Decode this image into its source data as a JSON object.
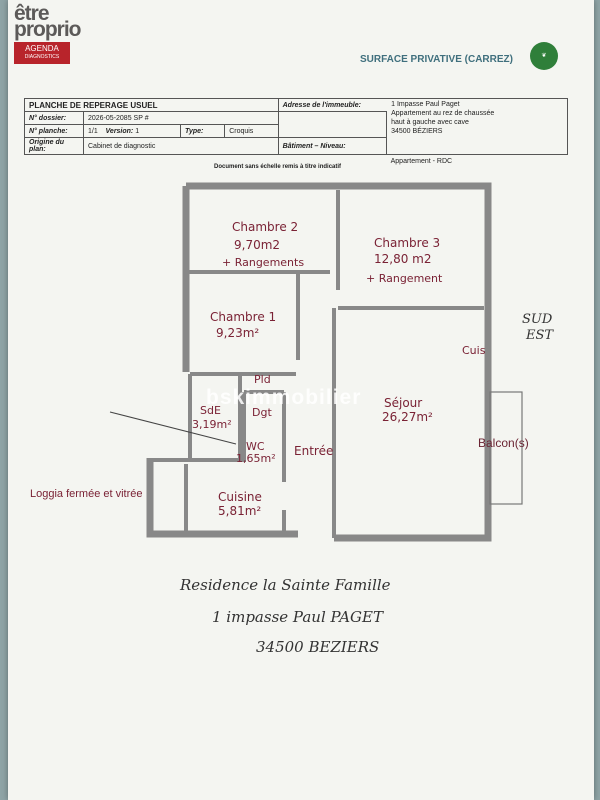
{
  "logo": {
    "brand": "être proprio",
    "badge_line1": "AGENDA",
    "badge_line2": "DIAGNOSTICS"
  },
  "header": {
    "title": "SURFACE PRIVATIVE (CARREZ)"
  },
  "sheet": {
    "title": "PLANCHE DE REPERAGE USUEL",
    "dossier_label": "N° dossier:",
    "dossier_value": "2026-05-2085 SP #",
    "planche_label": "N° planche:",
    "planche_value": "1/1",
    "version_label": "Version:",
    "version_value": "1",
    "type_label": "Type:",
    "type_value": "Croquis",
    "origine_label": "Origine du plan:",
    "origine_value": "Cabinet de diagnostic",
    "adresse_label": "Adresse de l'immeuble:",
    "adresse_l1": "1 Impasse Paul Paget",
    "adresse_l2": "Appartement au rez de chaussée",
    "adresse_l3": "haut à gauche avec cave",
    "adresse_l4": "34500 BÉZIERS",
    "batiment_label": "Bâtiment – Niveau:",
    "batiment_value": "Appartement - RDC",
    "note": "Document sans échelle remis à titre indicatif"
  },
  "rooms": {
    "ch2_name": "Chambre 2",
    "ch2_area": "9,70m2",
    "ch2_extra": "+ Rangements",
    "ch3_name": "Chambre 3",
    "ch3_area": "12,80 m2",
    "ch3_extra": "+ Rangement",
    "ch1_name": "Chambre 1",
    "ch1_area": "9,23m²",
    "pld": "Pld",
    "dgt": "Dgt",
    "sde_name": "SdE",
    "sde_area": "3,19m²",
    "wc_name": "WC",
    "wc_area": "1,65m²",
    "entree": "Entrée",
    "sejour_name": "Séjour",
    "sejour_area": "26,27m²",
    "cuisine_name": "Cuisine",
    "cuisine_area": "5,81m²",
    "cuis": "Cuis",
    "balcon": "Balcon(s)",
    "loggia": "Loggia fermée et vitrée",
    "orient_1": "SUD",
    "orient_2": "EST"
  },
  "handwritten": {
    "line1": "Residence la Sainte Famille",
    "line2": "1 impasse Paul PAGET",
    "line3": "34500 BEZIERS"
  },
  "watermark": "bskimmobilier"
}
